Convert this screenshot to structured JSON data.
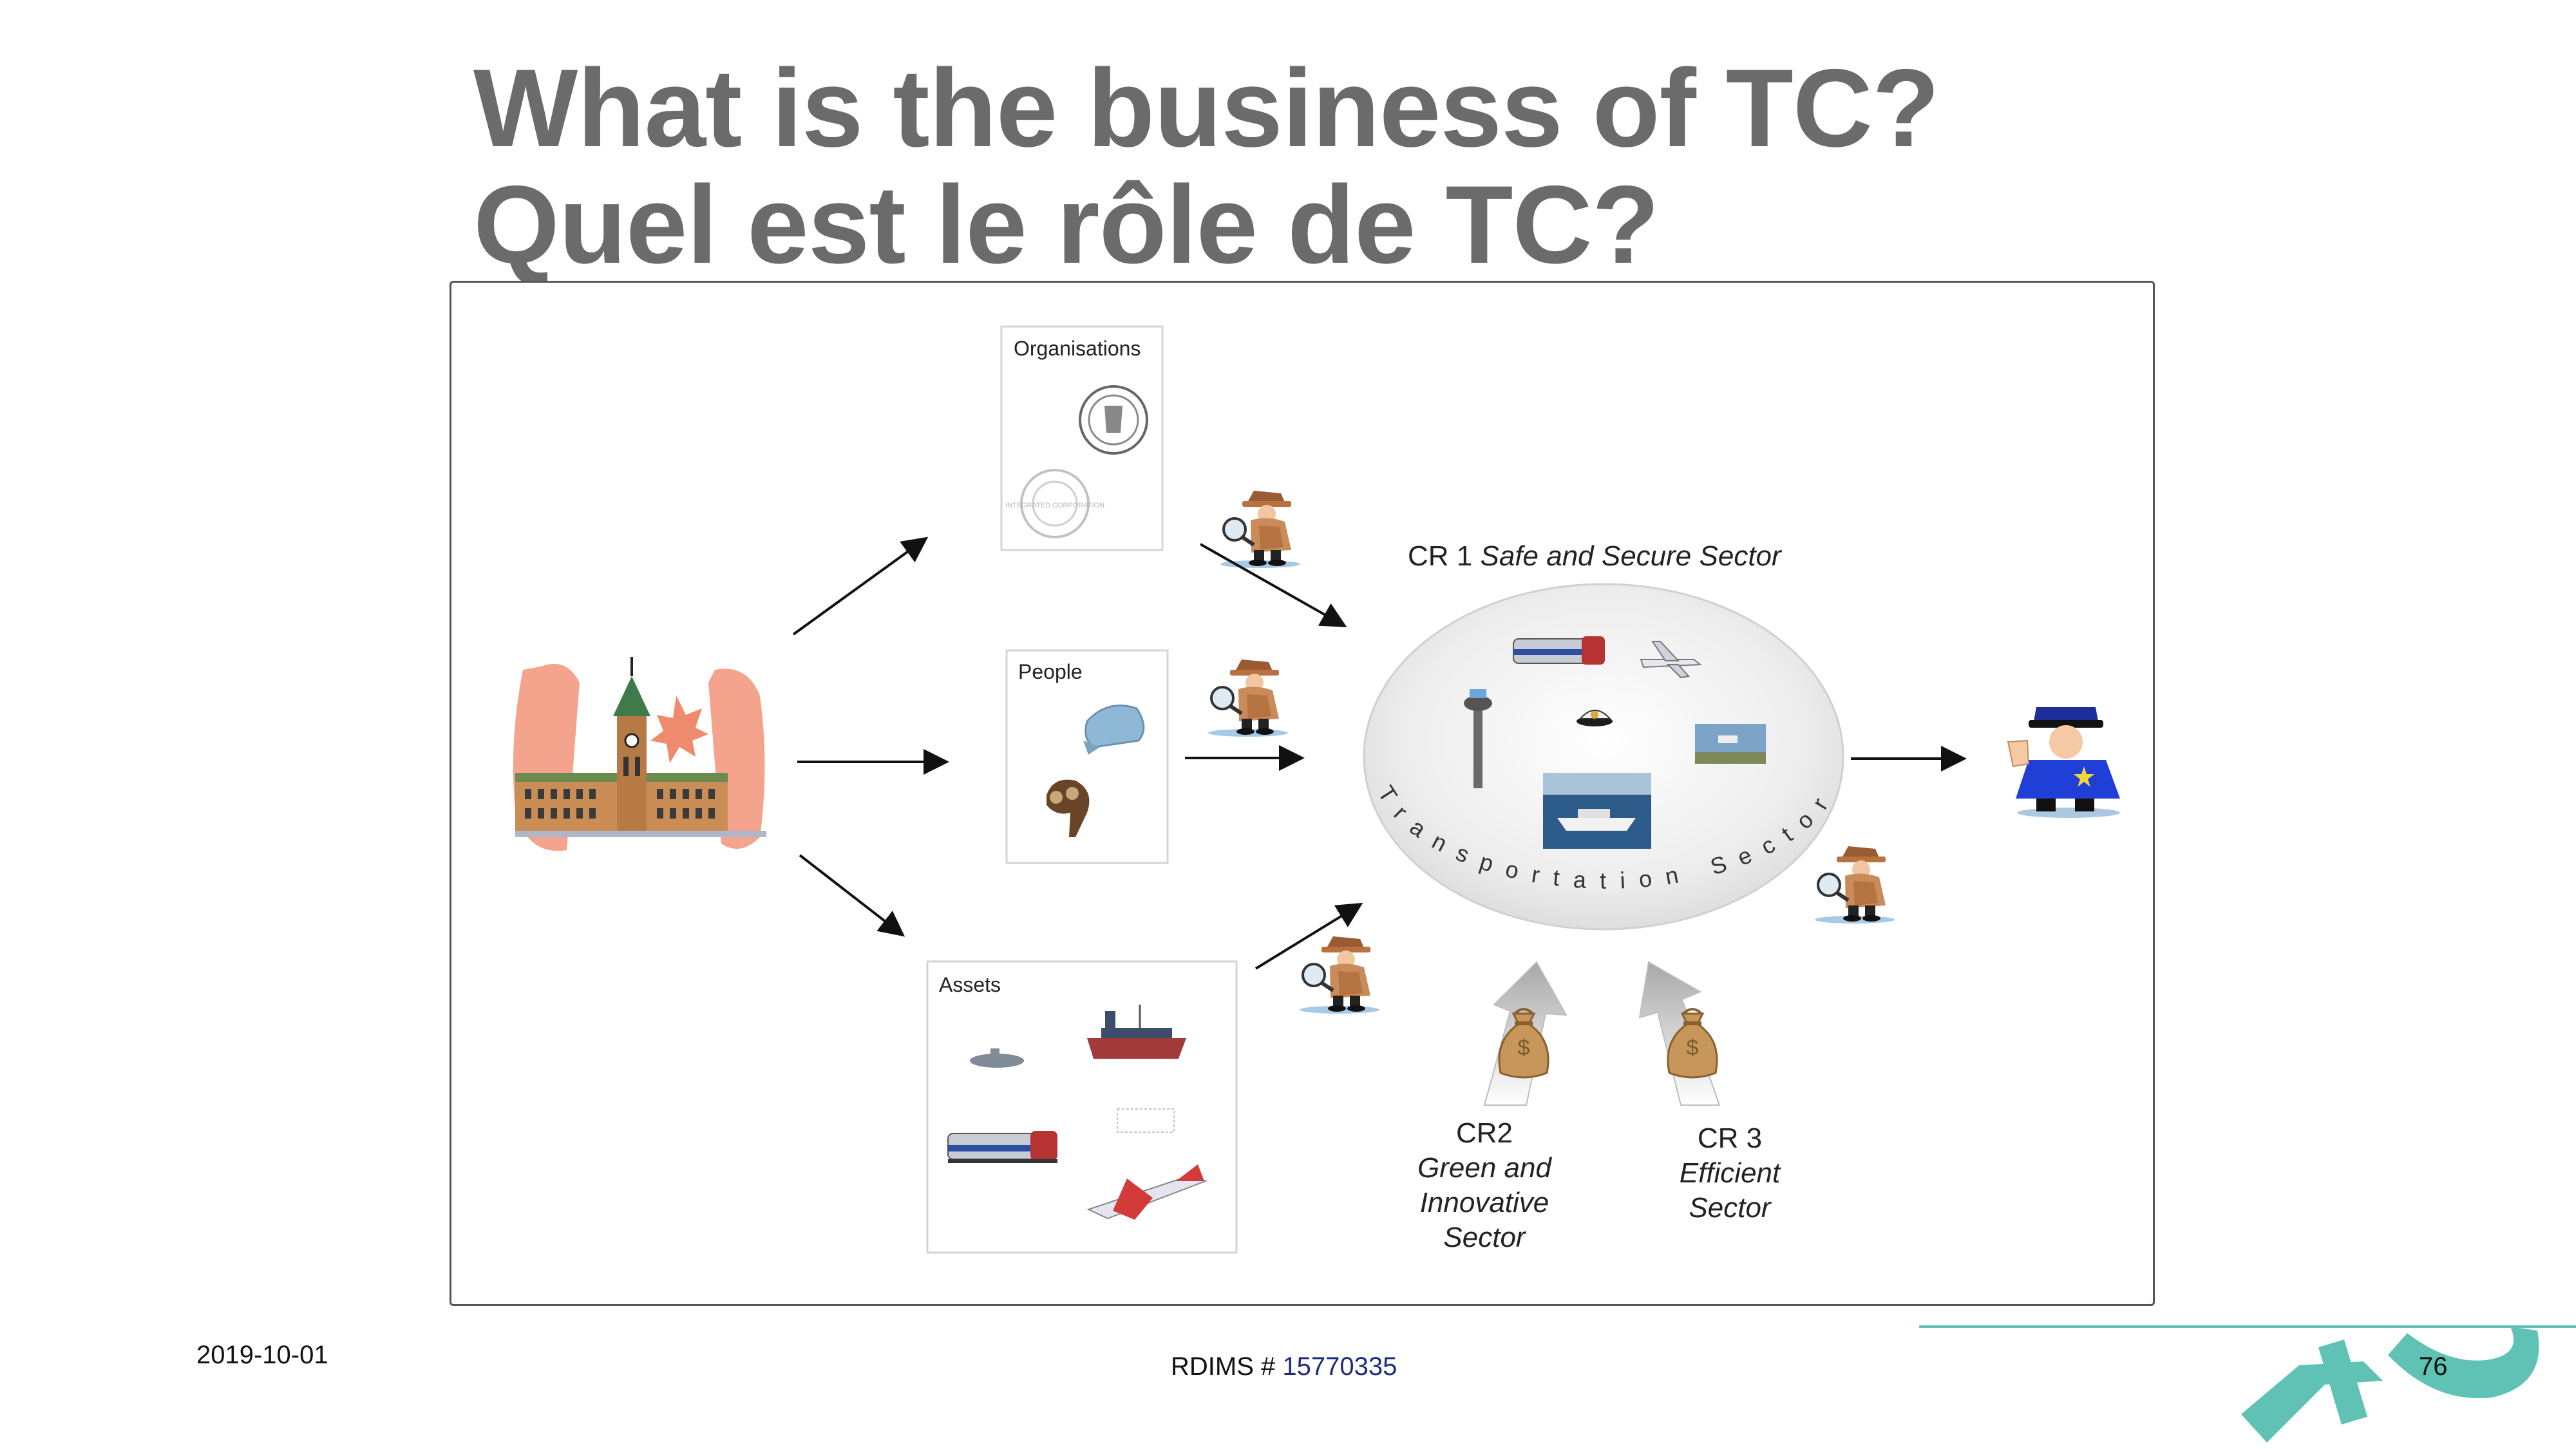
{
  "slide": {
    "title_line1": "What is the business of TC?",
    "title_line2": "Quel est le rôle de TC?"
  },
  "diagram": {
    "organisations_label": "Organisations",
    "people_label": "People",
    "assets_label": "Assets",
    "cr1_prefix": "CR 1 ",
    "cr1_name": "Safe and Secure Sector",
    "ellipse_text": "Transportation Sector",
    "cr2": {
      "code": "CR2",
      "line1": "Green and",
      "line2": "Innovative",
      "line3": "Sector"
    },
    "cr3": {
      "code": "CR 3",
      "line1": "Efficient",
      "line2": "Sector"
    },
    "money_symbol": "$",
    "seal_text": "INTEGRATED CORPORATION",
    "colors": {
      "accent_teal": "#5fc2b4",
      "title_gray": "#6b6b6b",
      "police_blue": "#1f3fd6"
    }
  },
  "footer": {
    "date": "2019-10-01",
    "rdims_label": "RDIMS # ",
    "rdims_number": "15770335",
    "page_number": "76",
    "logo": "TC"
  }
}
